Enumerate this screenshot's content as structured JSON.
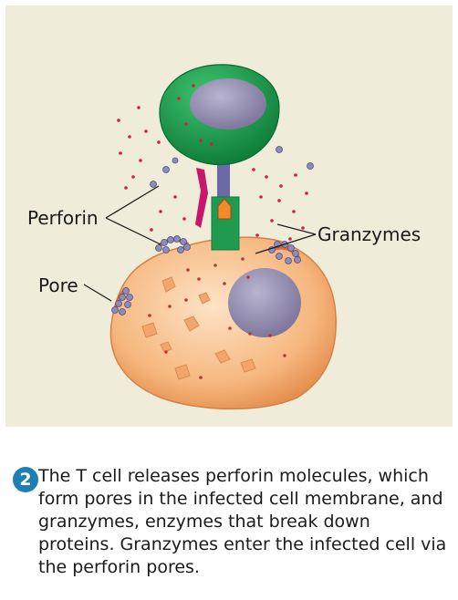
{
  "diagram": {
    "labels": {
      "perforin": "Perforin",
      "pore": "Pore",
      "granzymes": "Granzymes"
    },
    "colors": {
      "background": "#efecd9",
      "t_cell": "#1f9a4e",
      "infected_cell": "#f2b07a",
      "nucleus": "#8a83a8",
      "perforin": "#7a7aa6",
      "granzymes": "#d0203a",
      "receptor": "#c8176b"
    }
  },
  "caption": {
    "step": "2",
    "text": "The T cell releases perforin molecules, which form pores in the infected cell membrane, and granzymes, enzymes that break down proteins. Granzymes enter the infected cell via the perforin pores."
  }
}
